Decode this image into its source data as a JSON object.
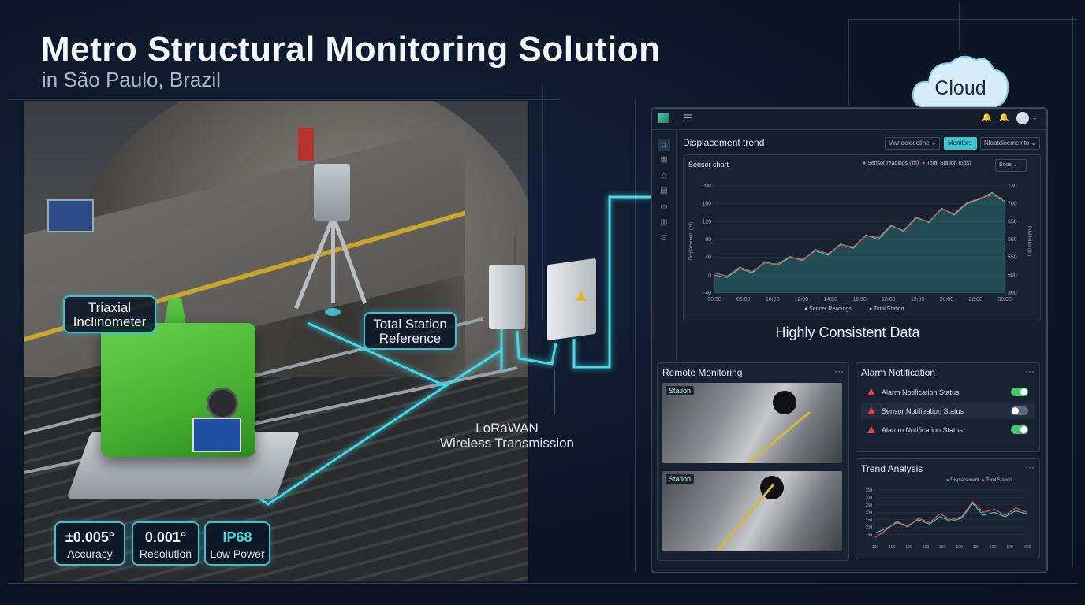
{
  "header": {
    "title": "Metro Structural Monitoring Solution",
    "subtitle": "in São Paulo, Brazil"
  },
  "scene": {
    "triaxial_label_1": "Triaxial",
    "triaxial_label_2": "Inclinometer",
    "station_label_1": "Total Station",
    "station_label_2": "Reference",
    "lora_line_1": "LoRaWAN",
    "lora_line_2": "Wireless Transmission",
    "cloud_label": "Cloud"
  },
  "specs": [
    {
      "value": "±0.005°",
      "label": "Accuracy"
    },
    {
      "value": "0.001°",
      "label": "Resolution"
    },
    {
      "value": "IP68",
      "label": "Low Power"
    }
  ],
  "dashboard": {
    "menu_icon": "hamburger-icon",
    "displacement_title": "Displacement trend",
    "select_1": "Vwndcleeoline",
    "select_2": "Monitors",
    "select_3": "Nlootdicemeinto",
    "sensor_chart_title": "Sensor chart",
    "legend_sensor": "Sensor readings (lm)",
    "legend_station": "Total Station (5ds)",
    "legend_select": "Soos",
    "consistent_caption": "Highly Consistent Data",
    "remote_title": "Remote Monitoring",
    "cam_label_1": "Station",
    "cam_label_2": "Station",
    "alarm_title": "Alarm Notification",
    "alarms": [
      {
        "text": "Alarm Notification Status",
        "on": true
      },
      {
        "text": "Sensor Notifieation Status",
        "on": false
      },
      {
        "text": "Alamm Notification Status",
        "on": true
      }
    ],
    "trend_title": "Trend Analysis",
    "trend_legend_1": "Displacement",
    "trend_legend_2": "Torel Station",
    "colors": {
      "accent": "#45d8e6",
      "sensor": "#3fc6b7",
      "station": "#e05a5a",
      "panel": "#182233"
    }
  },
  "chart_data": [
    {
      "type": "line",
      "title": "Sensor chart",
      "x": [
        "00:50",
        "06:00",
        "10:00",
        "12:00",
        "14:50",
        "16:50",
        "18:60",
        "19:00",
        "20:00",
        "22:00",
        "30:00"
      ],
      "ylabel": "Displacement (mi)",
      "y2label": "Positioner (lm)",
      "yticks": [
        200,
        160,
        120,
        80,
        40,
        0,
        -40
      ],
      "y2ticks": [
        730,
        700,
        650,
        600,
        550,
        500,
        300
      ],
      "ylim": [
        -40,
        200
      ],
      "series": [
        {
          "name": "Sensor Readings",
          "values": [
            0,
            -5,
            15,
            5,
            30,
            22,
            40,
            35,
            55,
            45,
            70,
            60,
            90,
            80,
            110,
            100,
            130,
            118,
            150,
            135,
            160,
            170,
            185,
            165
          ]
        },
        {
          "name": "Total Station",
          "values": [
            5,
            -2,
            18,
            8,
            28,
            25,
            42,
            32,
            58,
            48,
            68,
            63,
            88,
            84,
            112,
            98,
            128,
            120,
            148,
            138,
            162,
            172,
            180,
            170
          ]
        }
      ],
      "legend": "top-right",
      "xlegend": [
        "Sencer Readings",
        "Total Station"
      ]
    },
    {
      "type": "line",
      "title": "Trend Analysis",
      "x": [
        "100",
        "100",
        "100",
        "100",
        "100",
        "100",
        "100",
        "100",
        "100",
        "1000"
      ],
      "yticks": [
        350,
        300,
        250,
        200,
        150,
        100,
        50
      ],
      "ylim": [
        0,
        350
      ],
      "series": [
        {
          "name": "Displacement",
          "values": [
            60,
            90,
            130,
            110,
            150,
            120,
            170,
            140,
            160,
            260,
            180,
            200,
            170,
            210,
            190
          ]
        },
        {
          "name": "Torel Station",
          "values": [
            30,
            80,
            140,
            100,
            160,
            130,
            190,
            150,
            170,
            270,
            200,
            220,
            180,
            230,
            200
          ]
        }
      ],
      "legend": "top-right"
    }
  ]
}
